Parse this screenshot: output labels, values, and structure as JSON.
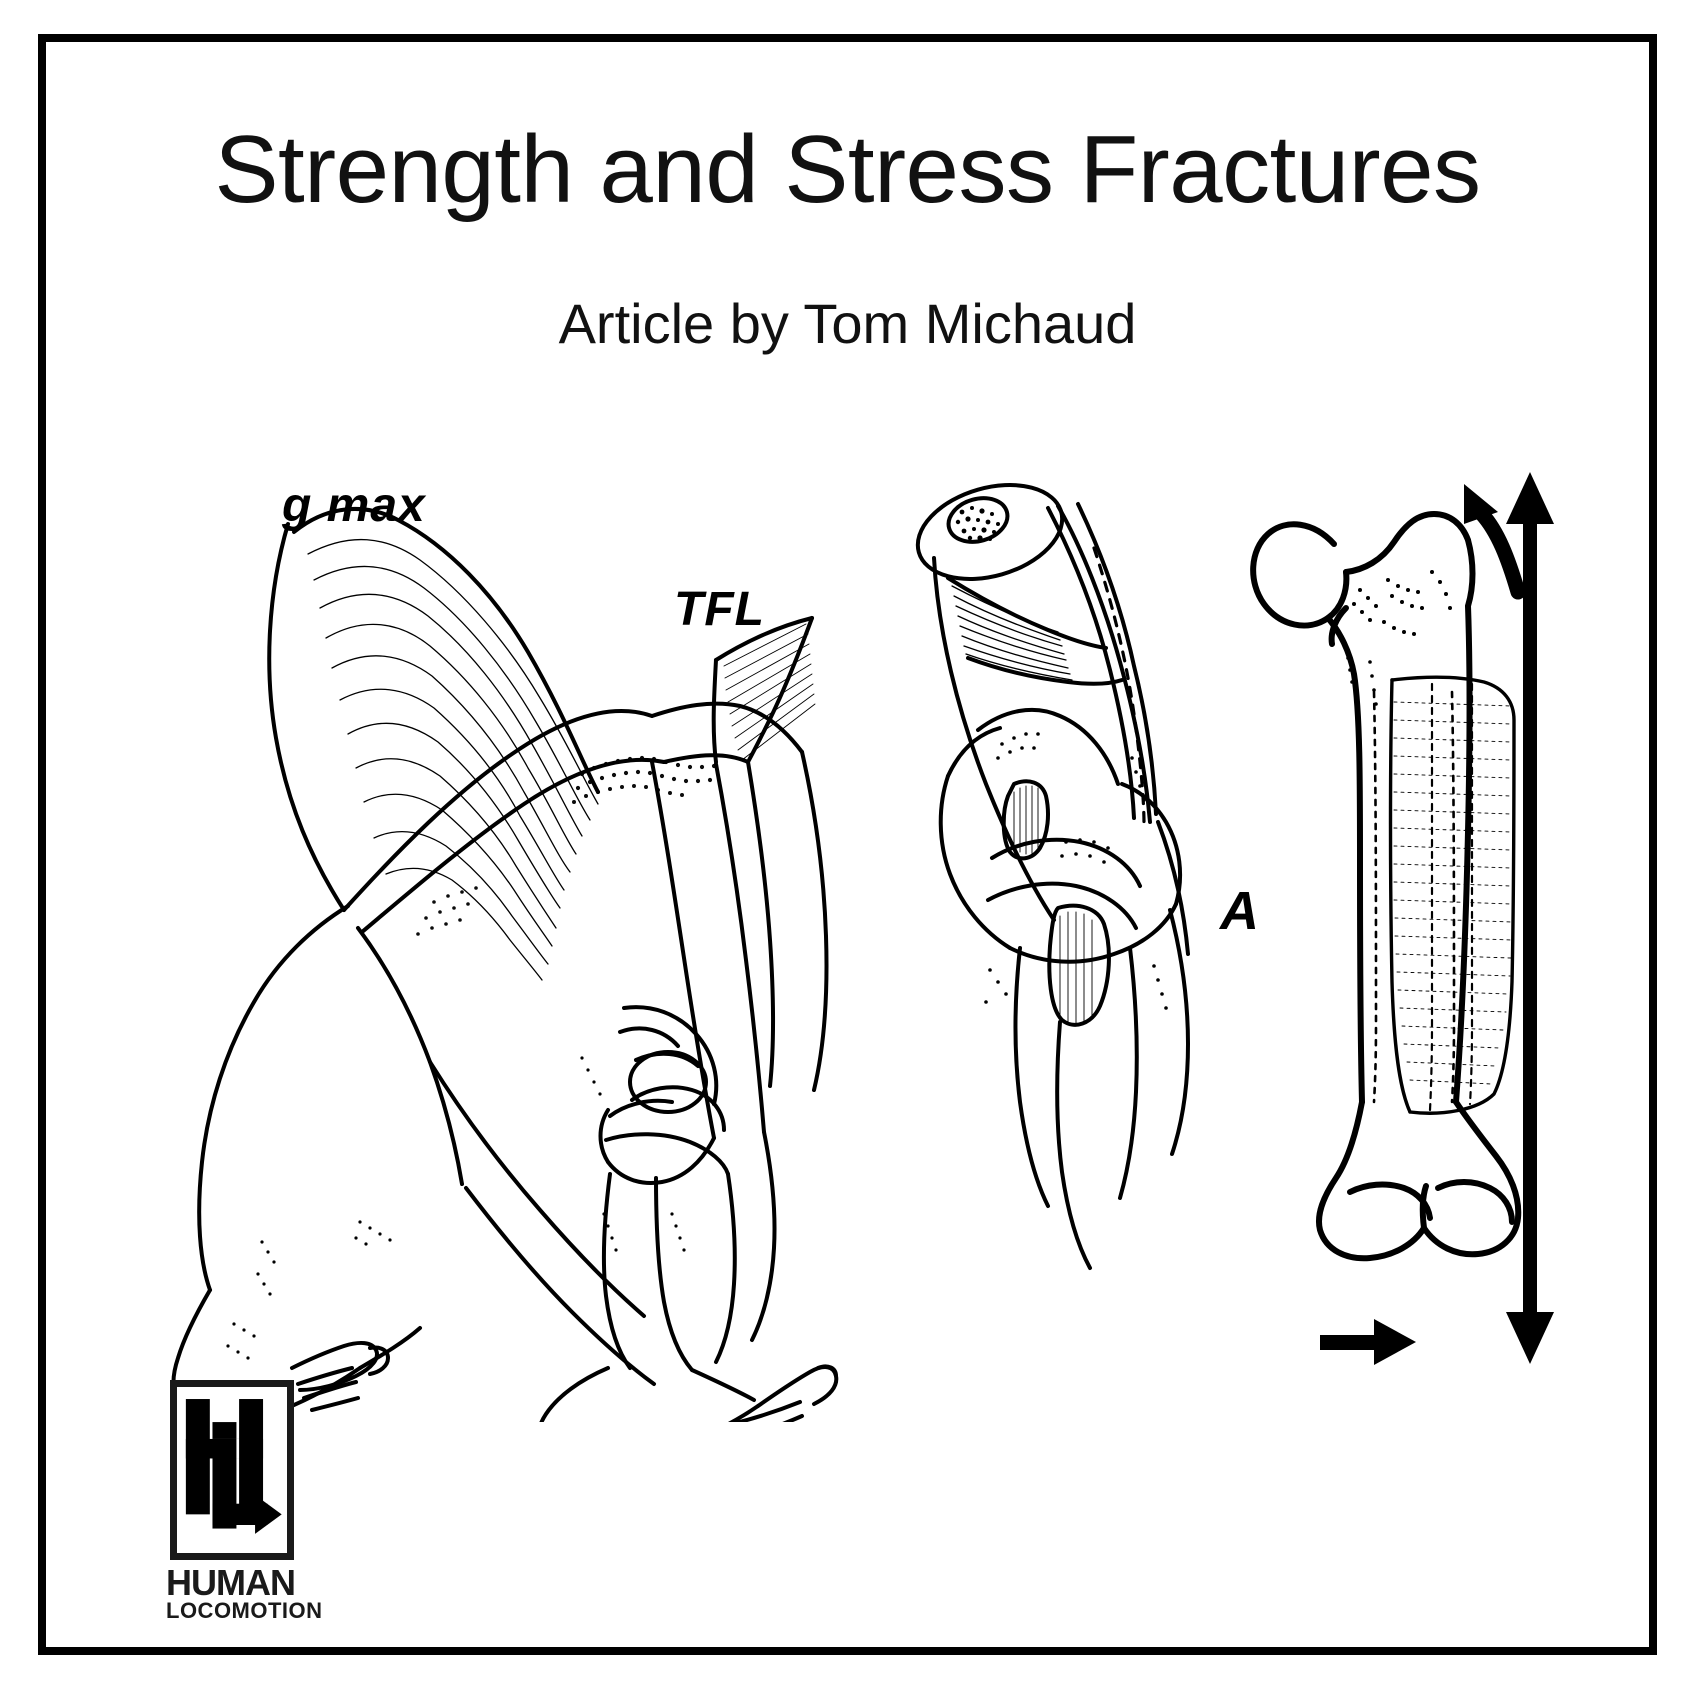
{
  "card": {
    "title": "Strength and Stress Fractures",
    "subtitle": "Article by Tom Michaud",
    "border_color": "#000000",
    "background_color": "#ffffff",
    "ink_color": "#000000"
  },
  "figure": {
    "description": "Three black-and-white anatomical line drawings of the hip, thigh and femur",
    "panels": [
      {
        "name": "gluteus-maximus-tfl-lateral-view",
        "labels": [
          "g max",
          "TFL"
        ]
      },
      {
        "name": "femur-cross-section-iliotibial-band",
        "labels": []
      },
      {
        "name": "femur-with-load-arrows",
        "labels": [
          "A"
        ]
      }
    ],
    "labels": {
      "gmax": "g max",
      "tfl": "TFL",
      "a": "A"
    }
  },
  "logo": {
    "monogram": "HL",
    "line1": "HUMAN",
    "line2": "LOCOMOTION",
    "color": "#1a1a1a"
  }
}
